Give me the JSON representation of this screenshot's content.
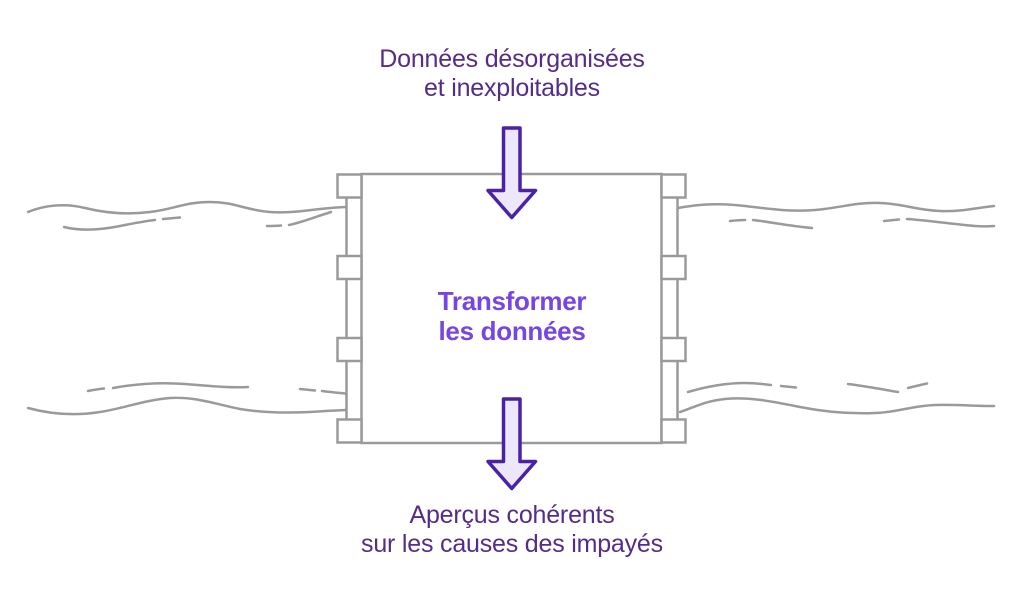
{
  "diagram": {
    "input_label": "Données désorganisées\net inexploitables",
    "process_label": "Transformer\nles données",
    "output_label": "Aperçus cohérents\nsur les causes des impayés",
    "icons": {
      "top_arrow": "down-arrow",
      "bottom_arrow": "down-arrow"
    },
    "colors": {
      "label_text": "#552c87",
      "process_text": "#7746e2",
      "arrow_fill": "#ece7fa",
      "arrow_outline": "#4a22a3",
      "pipe_line": "#9a9a9a",
      "background": "#ffffff"
    }
  }
}
